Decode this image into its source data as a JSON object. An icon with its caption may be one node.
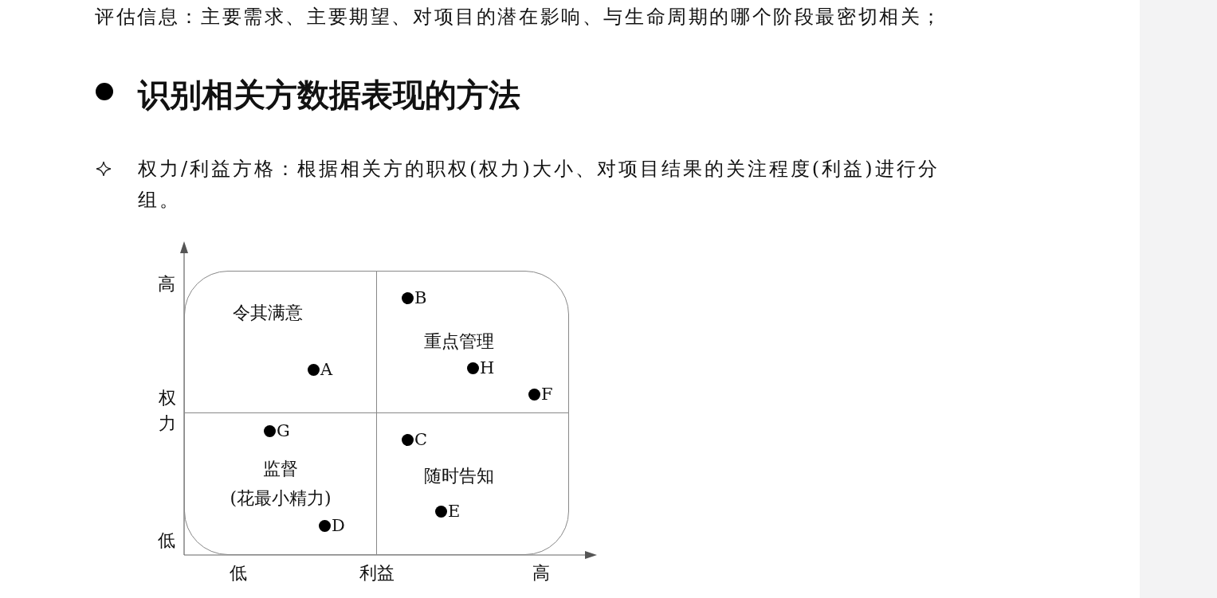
{
  "diagram": {
    "title": "识别相关方数据表现的方法",
    "nodes": [
      {
        "text": [
          "令其满意"
        ]
      },
      {
        "text": [
          "重点管理"
        ]
      },
      {
        "text": [
          "监督",
          "(花最小精力)"
        ]
      },
      {
        "text": [
          "随时告知"
        ]
      }
    ],
    "edges": [],
    "labels": [
      "评估信息：主要需求、主要期望、对项目的潜在影响、与生命周期的哪个阶段最密切相关；",
      "权力/利益方格：根据相关方的职权(权力)大小、对项目结果的关注程度(利益)进行分组。",
      "高",
      "权力",
      "低",
      "低",
      "利益",
      "高",
      "B",
      "A",
      "H",
      "F",
      "G",
      "C",
      "E",
      "D"
    ]
  }
}
